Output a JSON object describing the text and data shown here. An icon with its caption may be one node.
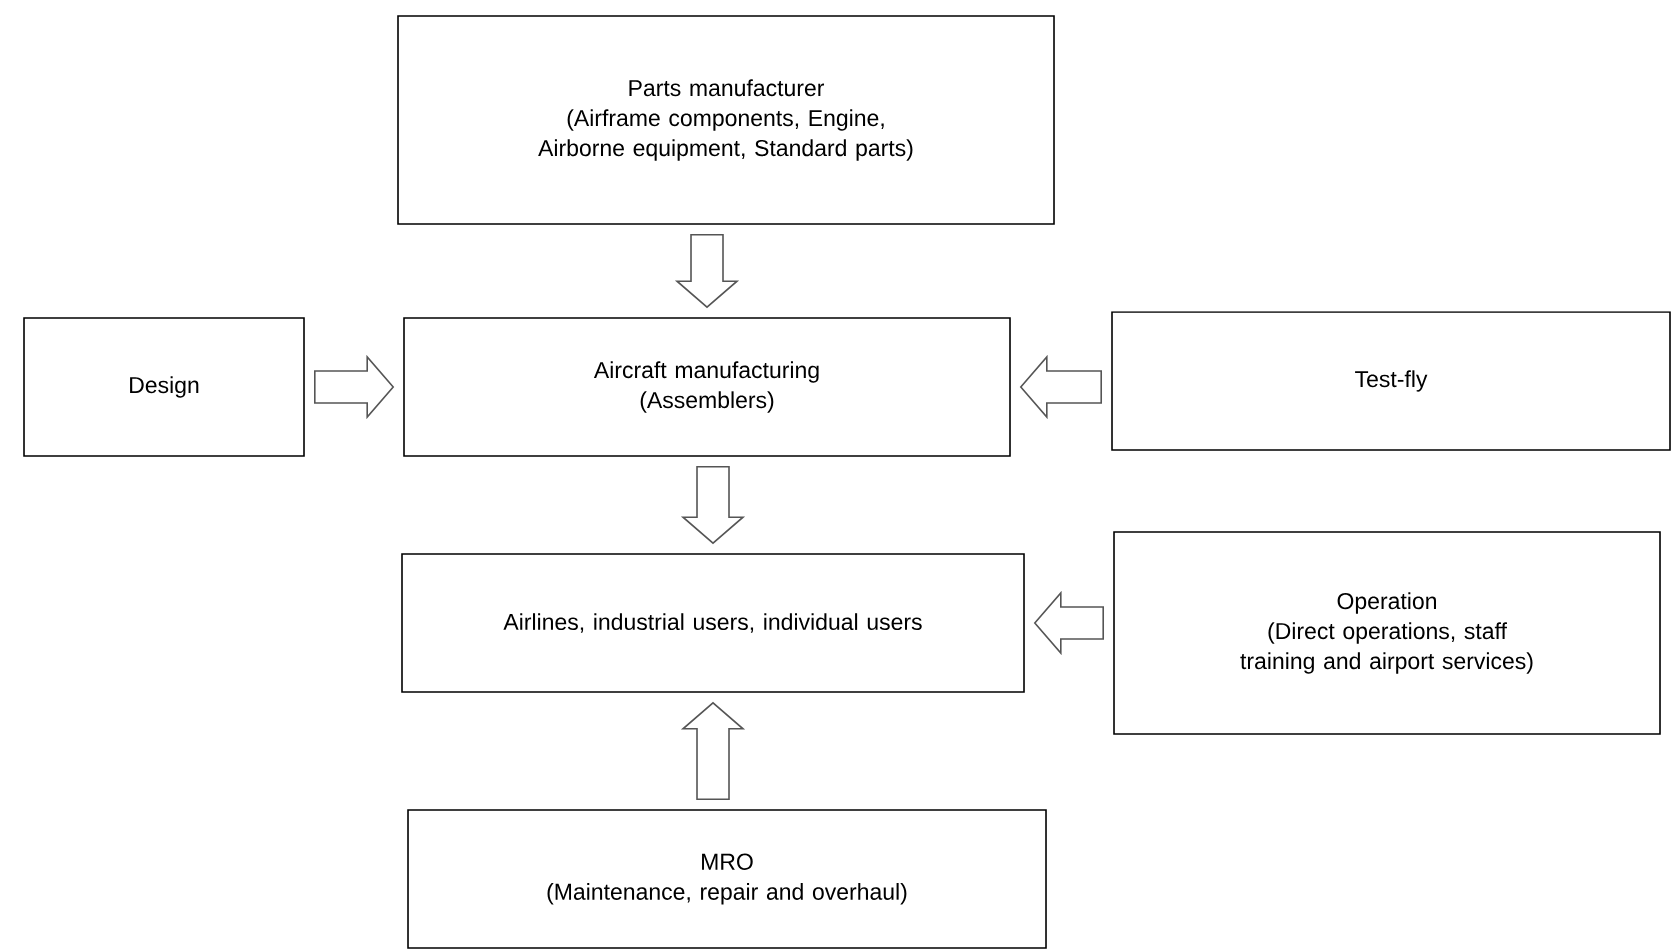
{
  "diagram": {
    "nodes": [
      {
        "text": [
          "Parts manufacturer",
          "(Airframe components, Engine, Airborne equipment, Standard parts)"
        ]
      },
      {
        "text": [
          "Design"
        ]
      },
      {
        "text": [
          "Aircraft manufacturing",
          "(Assemblers)"
        ]
      },
      {
        "text": [
          "Test-fly"
        ]
      },
      {
        "text": [
          "Airlines, industrial users, individual users"
        ]
      },
      {
        "text": [
          "Operation",
          "(Direct operations, staff training and airport services)"
        ]
      },
      {
        "text": [
          "MRO",
          "(Maintenance, repair and overhaul)"
        ]
      }
    ],
    "edges": [
      {
        "from": 0,
        "to": 2,
        "arrow": "to"
      },
      {
        "from": 1,
        "to": 2,
        "arrow": "to"
      },
      {
        "from": 3,
        "to": 2,
        "arrow": "to"
      },
      {
        "from": 2,
        "to": 4,
        "arrow": "to"
      },
      {
        "from": 5,
        "to": 4,
        "arrow": "to"
      },
      {
        "from": 6,
        "to": 4,
        "arrow": "to"
      }
    ]
  }
}
